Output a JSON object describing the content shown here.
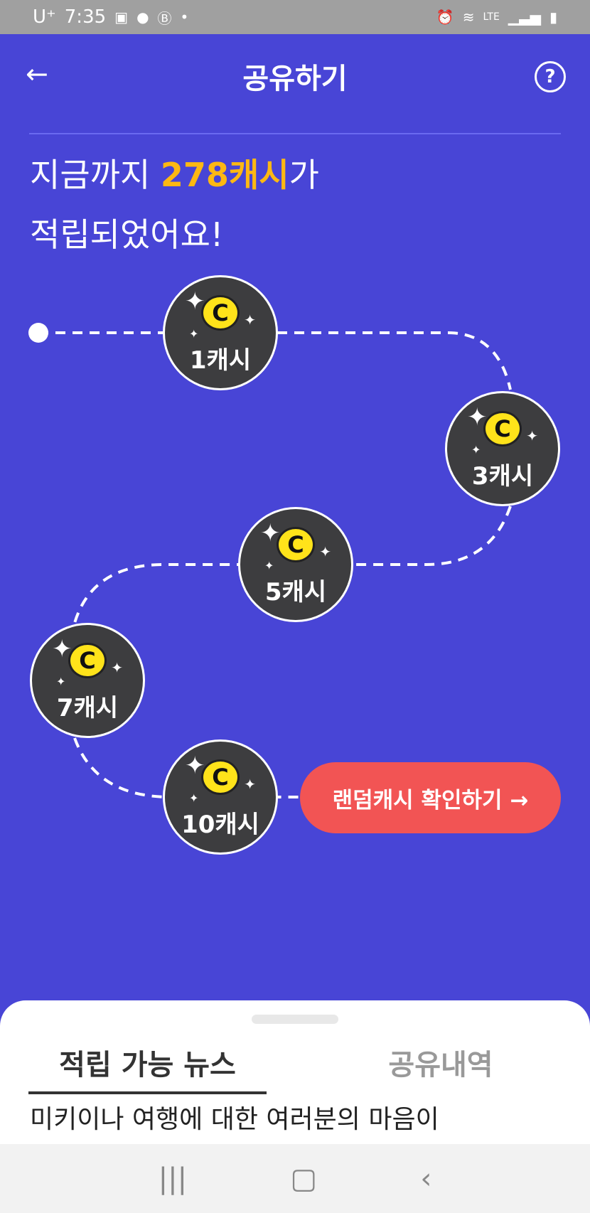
{
  "status": {
    "carrier": "U⁺",
    "time": "7:35",
    "network": "LTE"
  },
  "header": {
    "title": "공유하기",
    "back_icon": "arrow-left",
    "help_label": "?"
  },
  "headline": {
    "prefix": "지금까지 ",
    "amount": "278캐시",
    "suffix": "가",
    "line2": "적립되었어요!"
  },
  "colors": {
    "background": "#4845D6",
    "highlight": "#FDB813",
    "button": "#F25454"
  },
  "milestones": [
    {
      "label": "1캐시"
    },
    {
      "label": "3캐시"
    },
    {
      "label": "5캐시"
    },
    {
      "label": "7캐시"
    },
    {
      "label": "10캐시"
    }
  ],
  "coin_glyph": "C",
  "random_button": "랜덤캐시 확인하기 →",
  "tabs": [
    {
      "label": "적립 가능 뉴스",
      "active": true
    },
    {
      "label": "공유내역",
      "active": false
    }
  ],
  "content_preview": "미키이나 여행에 대한 여러분의 마음이",
  "nav": {
    "recent": "|||",
    "home": "▢",
    "back": "‹"
  }
}
